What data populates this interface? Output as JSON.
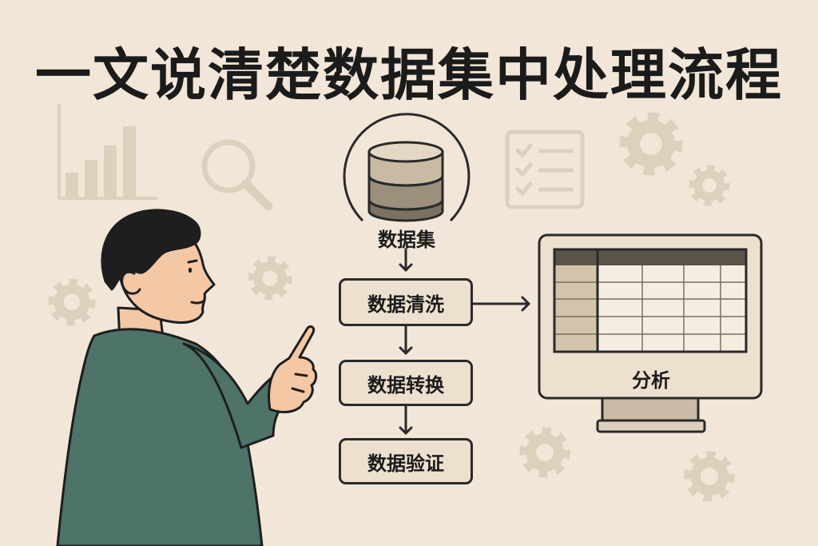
{
  "title": "一文说清楚数据集中处理流程",
  "flow": {
    "source": "数据集",
    "steps": [
      "数据清洗",
      "数据转换",
      "数据验证"
    ],
    "target": "分析"
  },
  "colors": {
    "background": "#f2e6d8",
    "box_fill": "#ede0cf",
    "stroke": "#2a2a2a",
    "shirt": "#4e7369",
    "skin": "#f4c8a5",
    "hair": "#1e1e1e",
    "decoration": "#ddd0bd",
    "screen_header": "#5b544b",
    "screen_col": "#d4c4ac"
  },
  "icons": [
    "bar-chart-icon",
    "magnifier-icon",
    "checklist-icon",
    "gear-icon",
    "database-icon",
    "monitor-icon",
    "arrow-down-icon",
    "arrow-right-icon"
  ]
}
